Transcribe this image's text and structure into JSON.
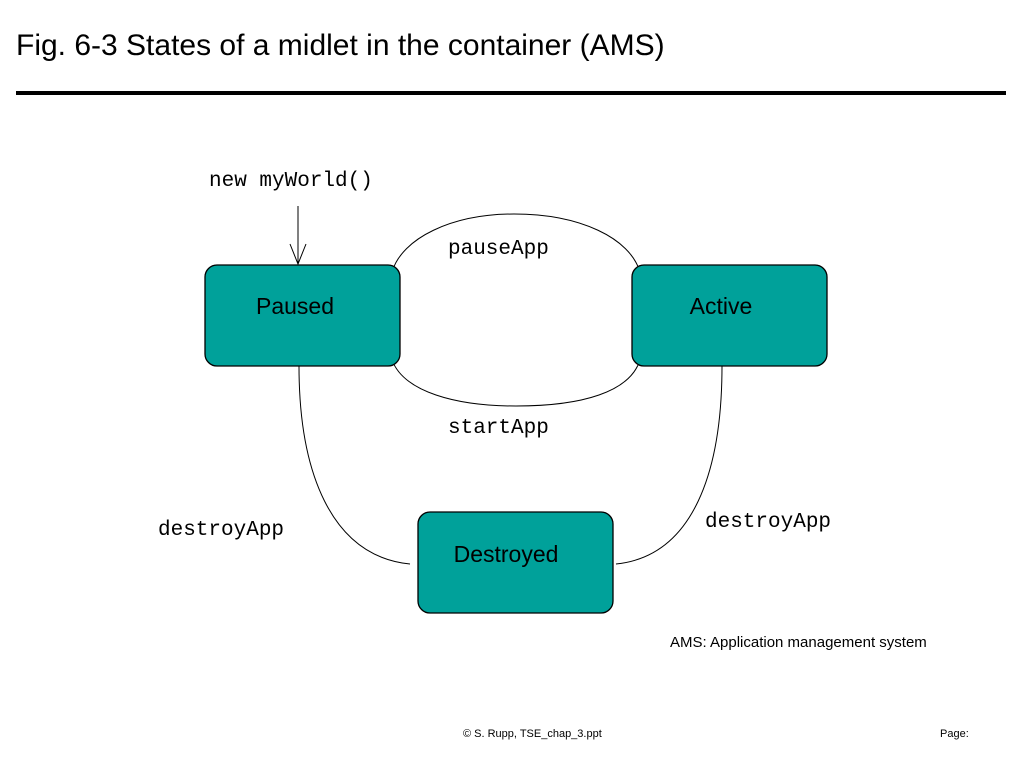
{
  "slide": {
    "title": "Fig. 6-3 States of a midlet in the container (AMS)",
    "note": "AMS: Application management system",
    "footer_copyright": "© S. Rupp, TSE_chap_3.ppt",
    "footer_page_label": "Page:"
  },
  "diagram": {
    "state_fill_color": "#00a19a",
    "states": {
      "paused": "Paused",
      "active": "Active",
      "destroyed": "Destroyed"
    },
    "transitions": {
      "constructor": "new myWorld()",
      "pause": "pauseApp",
      "start": "startApp",
      "destroy_from_paused": "destroyApp",
      "destroy_from_active": "destroyApp"
    }
  }
}
